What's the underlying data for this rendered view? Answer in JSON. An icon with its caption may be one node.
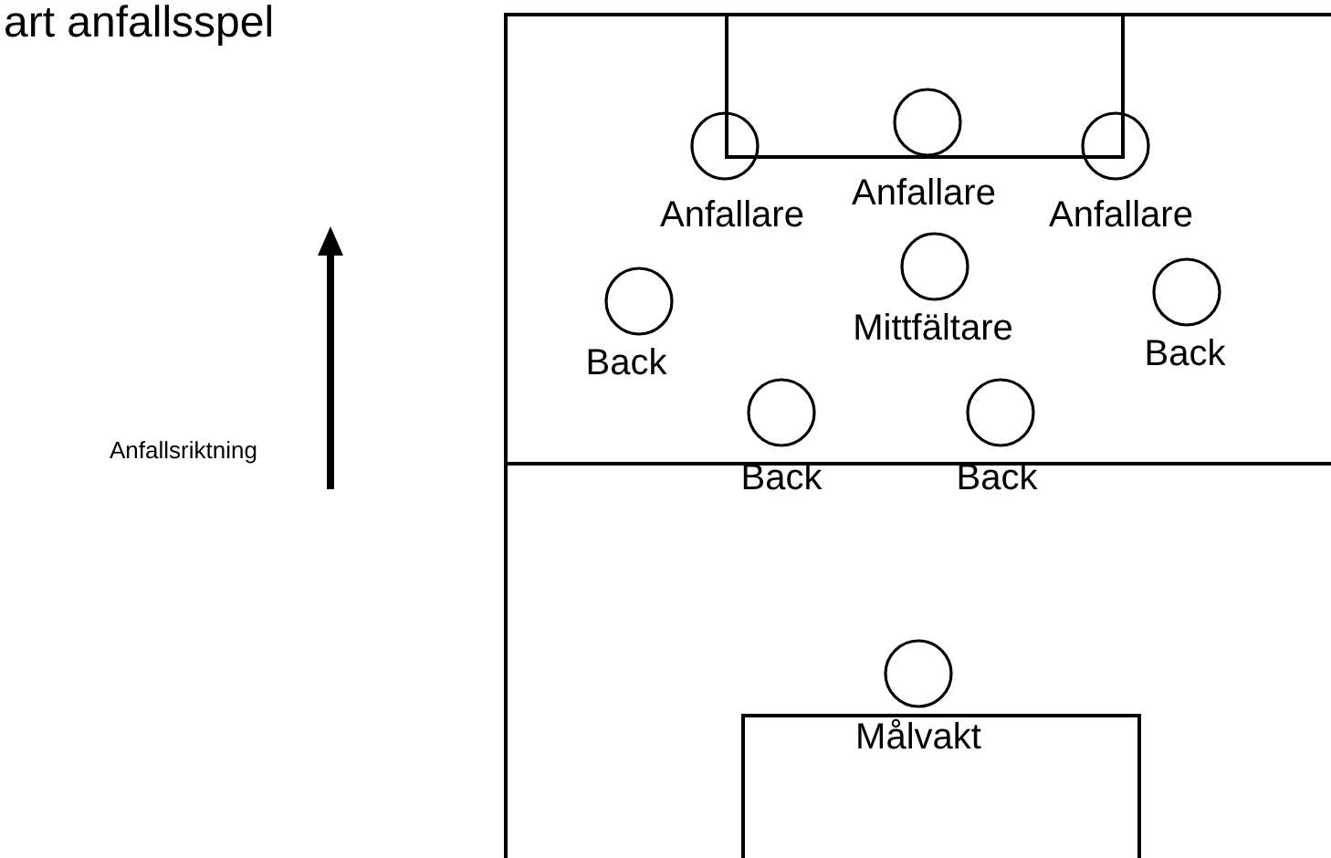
{
  "diagram": {
    "title": "art anfallsspel",
    "nodes": [
      {
        "text": [
          "Anfallare"
        ]
      },
      {
        "text": [
          "Anfallare"
        ]
      },
      {
        "text": [
          "Anfallare"
        ]
      },
      {
        "text": [
          "Back"
        ]
      },
      {
        "text": [
          "Mittfältare"
        ]
      },
      {
        "text": [
          "Back"
        ]
      },
      {
        "text": [
          "Back"
        ]
      },
      {
        "text": [
          "Back"
        ]
      },
      {
        "text": [
          "Målvakt"
        ]
      }
    ],
    "labels": [
      "Anfallsriktning"
    ]
  }
}
